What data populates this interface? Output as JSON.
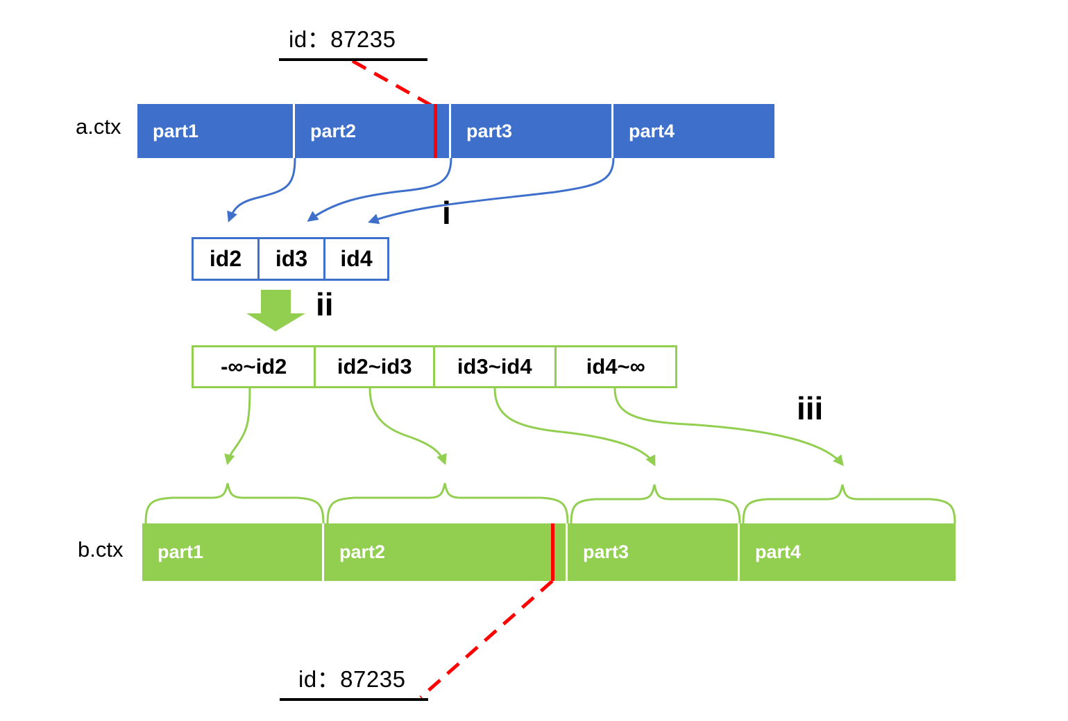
{
  "diagram": {
    "title_top_label": "id：87235",
    "title_bottom_label": "id：87235",
    "colors": {
      "source_bar": "#3d6fcb",
      "target_bar": "#92cf50",
      "marker": "#ff0000",
      "text_on_bar": "#ffffff",
      "text": "#000000",
      "background": "#ffffff"
    },
    "source_row": {
      "label": "a.ctx",
      "segments": [
        {
          "label": "part1"
        },
        {
          "label": "part2"
        },
        {
          "label": "part3"
        },
        {
          "label": "part4"
        }
      ]
    },
    "split_keys": {
      "items": [
        {
          "label": "id2"
        },
        {
          "label": "id3"
        },
        {
          "label": "id4"
        }
      ]
    },
    "ranges": {
      "items": [
        {
          "label": "-∞~id2"
        },
        {
          "label": "id2~id3"
        },
        {
          "label": "id3~id4"
        },
        {
          "label": "id4~∞"
        }
      ]
    },
    "target_row": {
      "label": "b.ctx",
      "segments": [
        {
          "label": "part1"
        },
        {
          "label": "part2"
        },
        {
          "label": "part3"
        },
        {
          "label": "part4"
        }
      ]
    },
    "steps": [
      {
        "label": "i"
      },
      {
        "label": "ii"
      },
      {
        "label": "iii"
      }
    ]
  }
}
